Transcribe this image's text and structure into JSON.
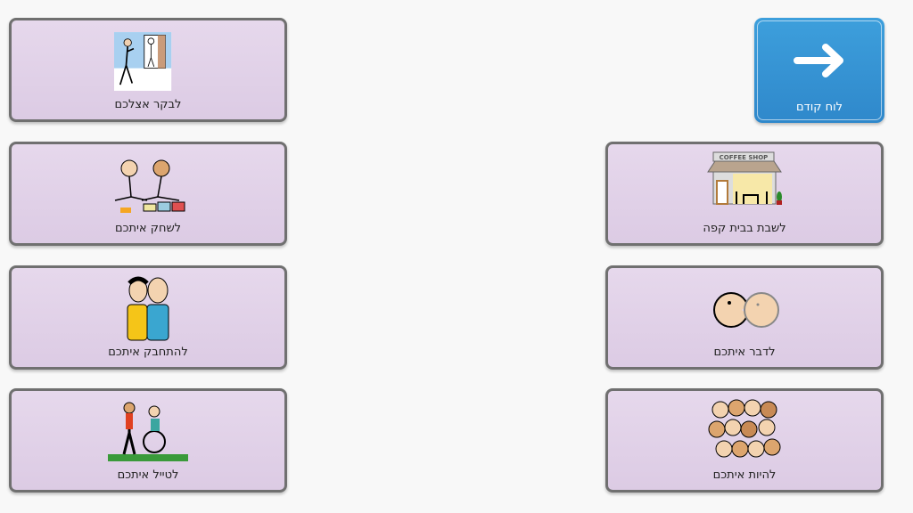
{
  "back_button": {
    "label": "לוח קודם",
    "icon": "arrow-right-icon",
    "color": "#3695d6"
  },
  "tiles": [
    {
      "label": "לבקר אצלכם",
      "icon": "visit-icon"
    },
    {
      "label": "לשחק איתכם",
      "icon": "play-together-icon"
    },
    {
      "label": "לשבת בבית קפה",
      "icon": "coffee-shop-icon",
      "sign_text": "COFFEE SHOP"
    },
    {
      "label": "להתחבק איתכם",
      "icon": "hug-icon"
    },
    {
      "label": "לדבר איתכם",
      "icon": "talk-icon"
    },
    {
      "label": "לטייל איתכם",
      "icon": "walk-wheelchair-icon"
    },
    {
      "label": "להיות איתכם",
      "icon": "group-people-icon"
    }
  ]
}
